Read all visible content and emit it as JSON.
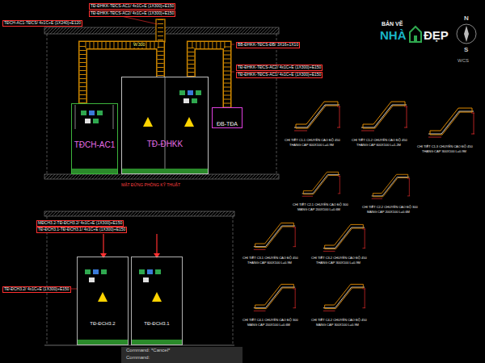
{
  "diagram": {
    "nodes": [
      {
        "text": [
          "TĐCH-AC1"
        ]
      },
      {
        "text": [
          "TĐ-ĐHKK"
        ]
      },
      {
        "text": [
          "ĐB-TĐA"
        ]
      },
      {
        "text": [
          "TĐ-ĐCH3.2"
        ]
      },
      {
        "text": [
          "TĐ-ĐCH3.1"
        ]
      }
    ],
    "edges": [
      {
        "from": 0,
        "to": 1,
        "arrow": "none"
      },
      {
        "from": 1,
        "to": 2,
        "arrow": "none"
      }
    ],
    "labels": [
      "TĐ-ĐHKK-TĐCS-AC1/ 4x1C+E (1X300)+E150",
      "TĐ-ĐHKK-TĐCS-AC2/ 4x1C+E (1X300)+E150",
      "TĐCH-AC1-TĐCS/ 4x1C+E (1X240)+E120",
      "BB-ĐHKK-TĐCS-ĐB/ 3X16+1X10",
      "TĐ-ĐHKK-TĐCS-AC2/ 4x1C+E (1X300)+E150",
      "TĐ-ĐHKK-TĐCS-AC1/ 4x1C+E (1X300)+E150",
      "W:300",
      "MẶT ĐỨNG PHÒNG KỸ THUẬT",
      "MĐCH3.2-TĐ-ĐCH3.2/ 4x1C+E (1X300)+E150",
      "TĐ-ĐCH3.1-TĐ-ĐCH3.1/ 4x1C+E (1X300)+E150",
      "TĐ-ĐCH3.2/ 4x1C+E (1X300)+E150",
      "Command: *Cancel*",
      "Command:",
      "BẢN VẼ",
      "NHÀ",
      "ĐẸP",
      "N",
      "S",
      "WCS",
      "CHI TIẾT C1.1 CHUYỂN CAO ĐỘ 450",
      "THANG CÁP 600X100 L=0.9M",
      "CHI TIẾT C1.2 CHUYỂN CAO ĐỘ 450",
      "THANG CÁP 600X100 L=1.2M",
      "CHI TIẾT C1.3 CHUYỂN CAO ĐỘ 450",
      "THANG CÁP 300X100 L=0.9M",
      "CHI TIẾT C2.1 CHUYỂN CAO ĐỘ 300",
      "MÁNG CÁP 200X100 L=0.6M",
      "CHI TIẾT C2.2 CHUYỂN CAO ĐỘ 300",
      "MÁNG CÁP 200X100 L=0.6M",
      "CHI TIẾT C3.1 CHUYỂN CAO ĐỘ 450",
      "THANG CÁP 600X100 L=0.9M",
      "CHI TIẾT C3.2 CHUYỂN CAO ĐỘ 450",
      "THANG CÁP 300X100 L=0.9M",
      "CHI TIẾT C4.1 CHUYỂN CAO ĐỘ 300",
      "MÁNG CÁP 200X100 L=0.6M",
      "CHI TIẾT C4.2 CHUYỂN CAO ĐỘ 450",
      "MÁNG CÁP 300X100 L=0.9M"
    ]
  }
}
